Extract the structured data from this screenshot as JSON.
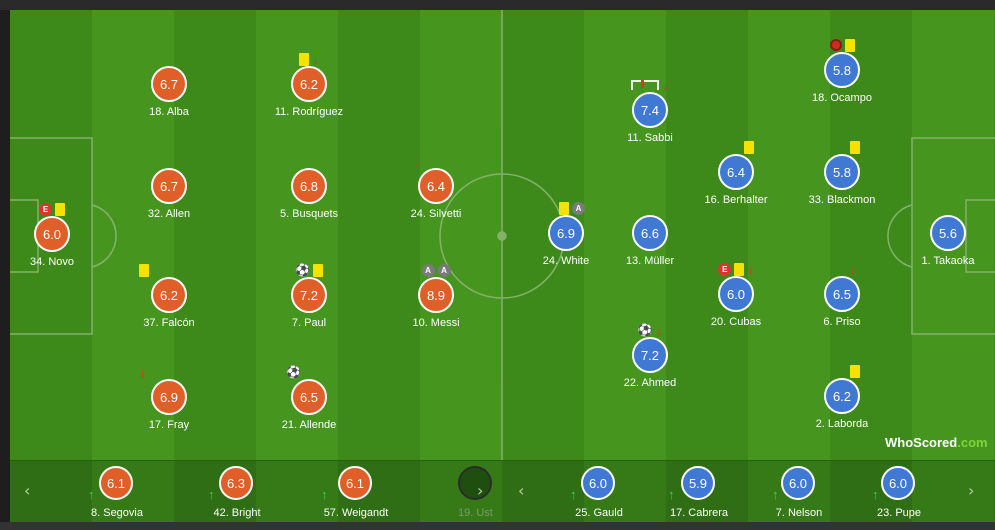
{
  "colors": {
    "home": "#e05f28",
    "away": "#3f79d4",
    "pitch": "#3d8a1a",
    "yellow_card": "#f5e200"
  },
  "home_players": [
    {
      "name": "18. Alba",
      "rating": "6.7",
      "icons": []
    },
    {
      "name": "11. Rodríguez",
      "rating": "6.2",
      "icons": [
        "yellow-card",
        "sub-off-arrow"
      ]
    },
    {
      "name": "32. Allen",
      "rating": "6.7",
      "icons": []
    },
    {
      "name": "5. Busquets",
      "rating": "6.8",
      "icons": []
    },
    {
      "name": "24. Silvetti",
      "rating": "6.4",
      "icons": [
        "sub-off-arrow"
      ]
    },
    {
      "name": "34. Novo",
      "rating": "6.0",
      "icons": [
        "error-badge",
        "yellow-card"
      ]
    },
    {
      "name": "37. Falcón",
      "rating": "6.2",
      "icons": [
        "yellow-card"
      ]
    },
    {
      "name": "7. Paul",
      "rating": "7.2",
      "icons": [
        "goal-ball",
        "yellow-card"
      ]
    },
    {
      "name": "10. Messi",
      "rating": "8.9",
      "icons": [
        "assist-badge",
        "assist-badge"
      ]
    },
    {
      "name": "17. Fray",
      "rating": "6.9",
      "icons": [
        "sub-off-arrow"
      ]
    },
    {
      "name": "21. Allende",
      "rating": "6.5",
      "icons": [
        "goal-ball"
      ]
    }
  ],
  "away_players": [
    {
      "name": "11. Sabbi",
      "rating": "7.4",
      "icons": [
        "own-goal",
        "sub-off-arrow"
      ]
    },
    {
      "name": "18. Ocampo",
      "rating": "5.8",
      "icons": [
        "own-goal-ball",
        "yellow-card"
      ]
    },
    {
      "name": "16. Berhalter",
      "rating": "6.4",
      "icons": [
        "yellow-card"
      ]
    },
    {
      "name": "33. Blackmon",
      "rating": "5.8",
      "icons": [
        "yellow-card"
      ]
    },
    {
      "name": "24. White",
      "rating": "6.9",
      "icons": [
        "yellow-card",
        "assist-badge"
      ]
    },
    {
      "name": "13. Müller",
      "rating": "6.6",
      "icons": []
    },
    {
      "name": "1. Takaoka",
      "rating": "5.6",
      "icons": []
    },
    {
      "name": "20. Cubas",
      "rating": "6.0",
      "icons": [
        "error-badge",
        "yellow-card",
        "sub-off-arrow"
      ]
    },
    {
      "name": "6. Priso",
      "rating": "6.5",
      "icons": [
        "sub-off-arrow"
      ]
    },
    {
      "name": "22. Ahmed",
      "rating": "7.2",
      "icons": [
        "goal-ball",
        "sub-off-arrow"
      ]
    },
    {
      "name": "2. Laborda",
      "rating": "6.2",
      "icons": [
        "yellow-card"
      ]
    }
  ],
  "home_bench": [
    {
      "name": "8. Segovia",
      "rating": "6.1"
    },
    {
      "name": "42. Bright",
      "rating": "6.3"
    },
    {
      "name": "57. Weigandt",
      "rating": "6.1"
    },
    {
      "name": "19. Ust",
      "rating": ""
    }
  ],
  "away_bench": [
    {
      "name": "25. Gauld",
      "rating": "6.0"
    },
    {
      "name": "17. Cabrera",
      "rating": "5.9"
    },
    {
      "name": "7. Nelson",
      "rating": "6.0"
    },
    {
      "name": "23. Pupe",
      "rating": "6.0"
    }
  ],
  "badge_labels": {
    "error": "E",
    "assist": "A"
  },
  "logo": {
    "text": "WhoScored",
    "suffix": ".com"
  },
  "nav": {
    "prev": "‹",
    "next": "›"
  }
}
